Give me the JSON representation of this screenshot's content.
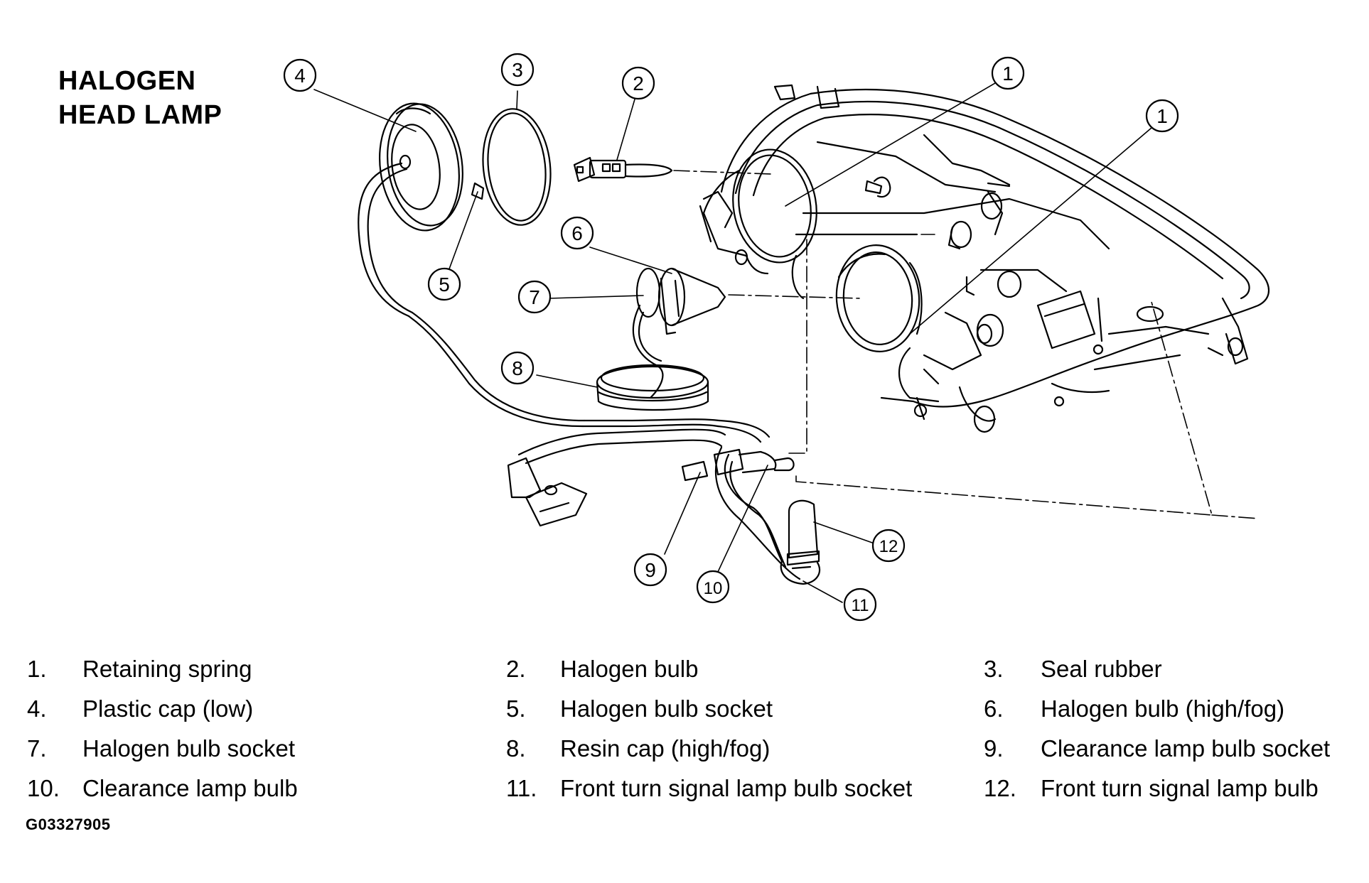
{
  "title": {
    "line1": "HALOGEN",
    "line2": "HEAD LAMP"
  },
  "callouts": [
    "1",
    "1",
    "2",
    "3",
    "4",
    "5",
    "6",
    "7",
    "8",
    "9",
    "10",
    "11",
    "12"
  ],
  "legend": [
    {
      "num": "1.",
      "text": "Retaining spring"
    },
    {
      "num": "2.",
      "text": "Halogen bulb"
    },
    {
      "num": "3.",
      "text": "Seal rubber"
    },
    {
      "num": "4.",
      "text": "Plastic cap (low)"
    },
    {
      "num": "5.",
      "text": "Halogen bulb socket"
    },
    {
      "num": "6.",
      "text": "Halogen bulb (high/fog)"
    },
    {
      "num": "7.",
      "text": "Halogen bulb socket"
    },
    {
      "num": "8.",
      "text": "Resin cap (high/fog)"
    },
    {
      "num": "9.",
      "text": "Clearance lamp bulb socket"
    },
    {
      "num": "10.",
      "text": "Clearance lamp bulb"
    },
    {
      "num": "11.",
      "text": "Front turn signal lamp bulb socket"
    },
    {
      "num": "12.",
      "text": "Front turn signal lamp bulb"
    }
  ],
  "figure_code": "G03327905"
}
